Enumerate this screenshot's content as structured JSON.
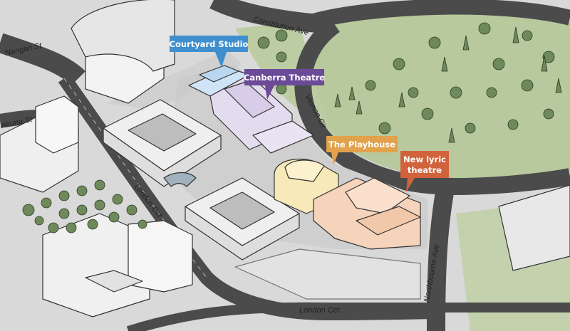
{
  "roads": {
    "constitution_ave": "Constitution Ave",
    "nangari_st": "Nangari St",
    "akuna_st": "Akuna St",
    "london_cct_diagonal": "London Cct",
    "london_cct_bottom": "London Cct",
    "vernon_cir": "Vernon Cir",
    "northbourne_ave": "Northbourne Ave"
  },
  "venues": [
    {
      "label": "Courtyard Studio",
      "color": "#3f8fcf",
      "fill": "#cfe4f6"
    },
    {
      "label": "Canberra Theatre",
      "color": "#6b4a97",
      "fill": "#e3dcef"
    },
    {
      "label": "The Playhouse",
      "color": "#e2a24c",
      "fill": "#f7e9b8"
    },
    {
      "label": "New lyric",
      "label2": "theatre",
      "color": "#d0633b",
      "fill": "#f6d3bb"
    }
  ],
  "colors": {
    "ground": "#d9d9d9",
    "road": "#4b4b4b",
    "park": "#b7c99d",
    "building": "#f2f2f2"
  }
}
